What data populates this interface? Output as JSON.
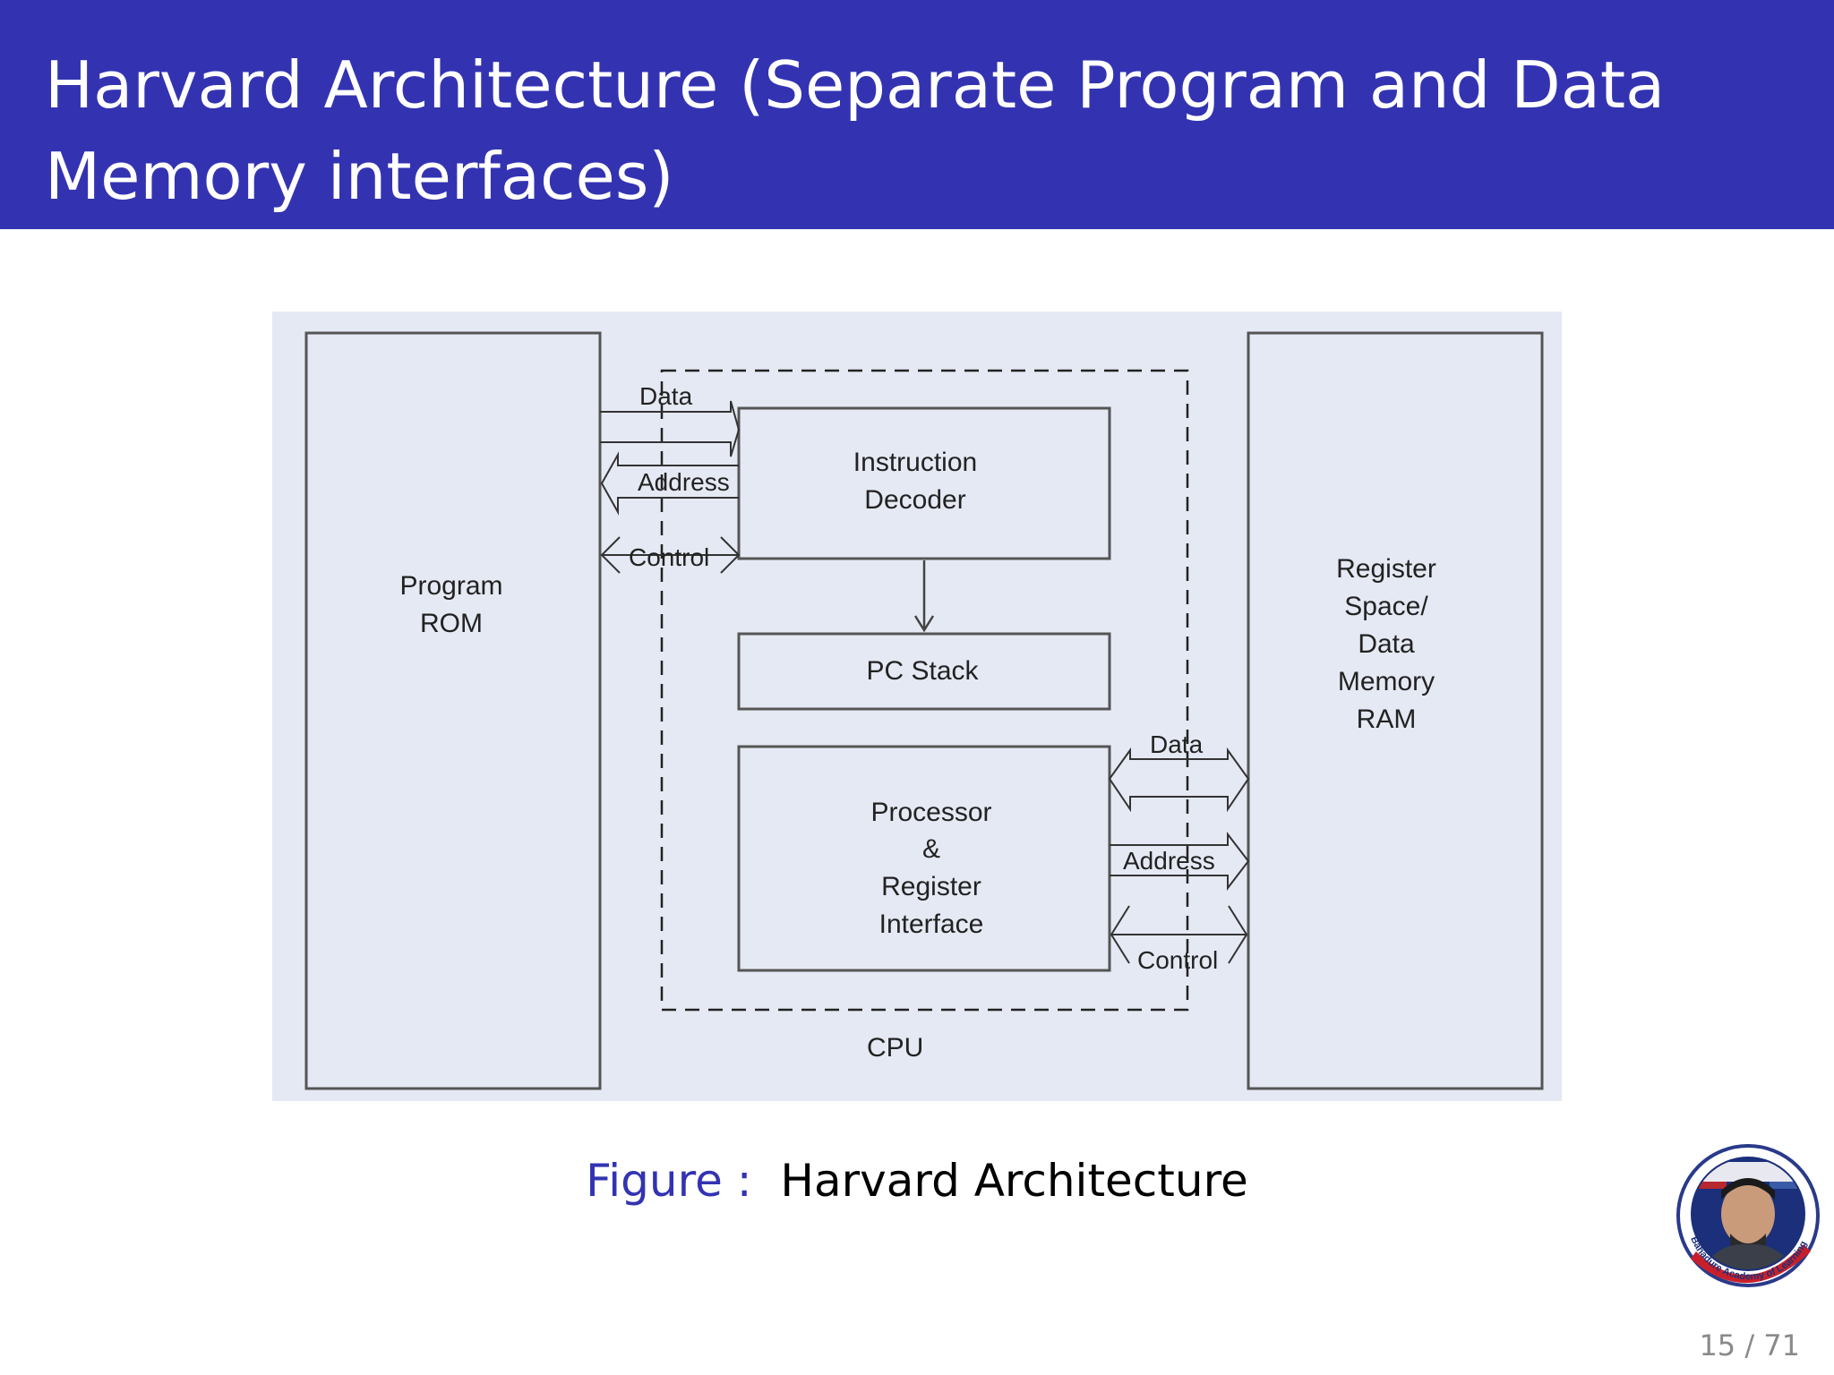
{
  "slide": {
    "title": "Harvard Architecture (Separate Program and Data Memory interfaces)",
    "page_current": "15",
    "page_separator": " / ",
    "page_total": "71"
  },
  "figure": {
    "caption_label": "Figure :",
    "caption_text": "Harvard Architecture"
  },
  "diagram": {
    "program_rom": [
      "Program",
      "ROM"
    ],
    "instruction_decoder": [
      "Instruction",
      "Decoder"
    ],
    "pc_stack": "PC Stack",
    "processor_interface": [
      "Processor",
      "&",
      "Register",
      "Interface"
    ],
    "data_memory": [
      "Register",
      "Space/",
      "Data",
      "Memory",
      "RAM"
    ],
    "cpu_label": "CPU",
    "rom_bus": {
      "data": "Data",
      "address": "Address",
      "control": "Control"
    },
    "ram_bus": {
      "data": "Data",
      "address": "Address",
      "control": "Control"
    }
  },
  "badge": {
    "text": "Bahadure Academy of Learning"
  },
  "colors": {
    "header_bg": "#3333b2",
    "figure_bg": "#e5e9f3",
    "caption_label": "#3333b2"
  }
}
